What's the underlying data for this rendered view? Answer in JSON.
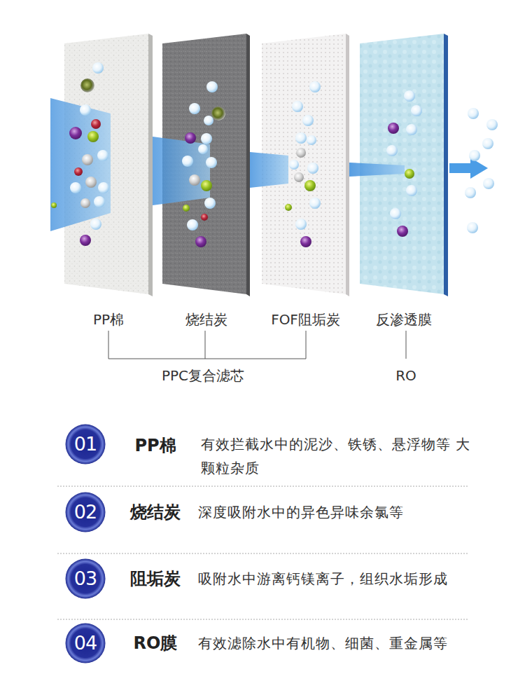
{
  "diagram": {
    "nodes": [
      {
        "text": [
          "PP棉"
        ]
      },
      {
        "text": [
          "烧结炭"
        ]
      },
      {
        "text": [
          "FOF阻垢炭"
        ]
      },
      {
        "text": [
          "反渗透膜"
        ]
      },
      {
        "text": [
          "01"
        ]
      },
      {
        "text": [
          "02"
        ]
      },
      {
        "text": [
          "03"
        ]
      },
      {
        "text": [
          "04"
        ]
      }
    ],
    "labels": [
      "PPC复合滤芯",
      "RO",
      "PP棉",
      "有效拦截水中的泥沙、铁锈、悬浮物等 大颗粒杂质",
      "烧结炭",
      "深度吸附水中的异色异味余氯等",
      "阻垢炭",
      "吸附水中游离钙镁离子，组织水垢形成",
      "RO膜",
      "有效滤除水中有机物、细菌、重金属等"
    ]
  }
}
